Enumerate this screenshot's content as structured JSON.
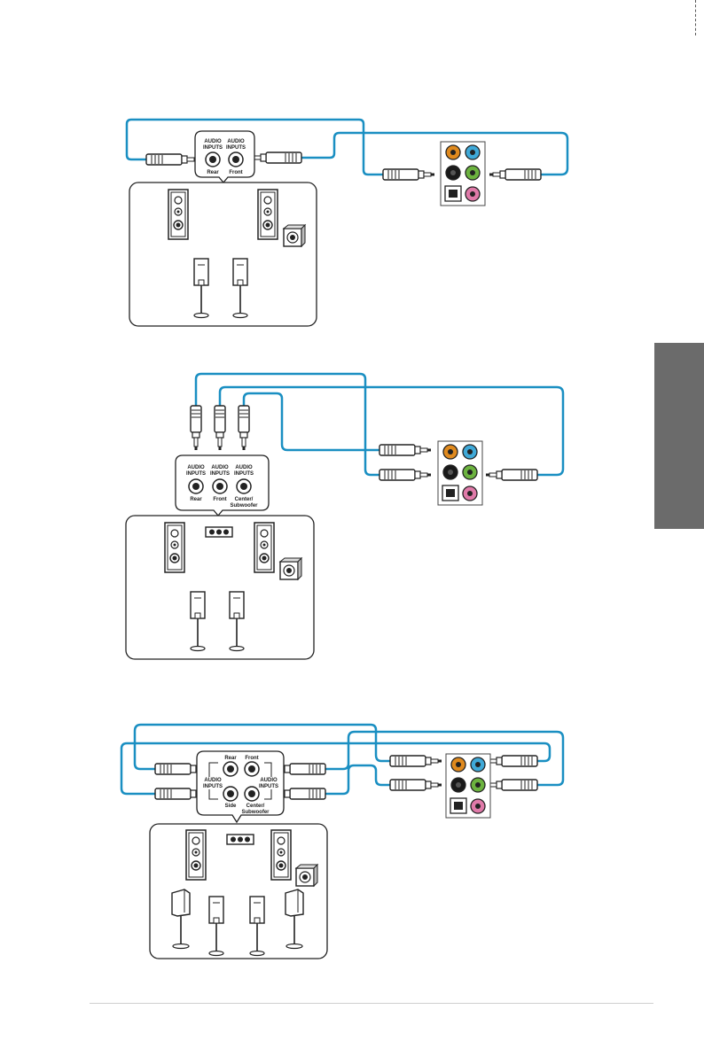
{
  "panel_labels": {
    "audio_inputs": "AUDIO INPUTS",
    "audio_inputs_line1": "AUDIO",
    "audio_inputs_line2": "INPUTS",
    "rear": "Rear",
    "front": "Front",
    "center_line1": "Center/",
    "center_line2": "Subwoofer",
    "side": "Side"
  },
  "colors": {
    "cable": "#1a8fc2",
    "jack_orange": "#e08a1e",
    "jack_blue": "#3fa9d8",
    "jack_black": "#1a1a1a",
    "jack_green": "#6cb33f",
    "jack_pink": "#e07aa9",
    "side_tab": "#6b6b6b"
  },
  "diagrams": [
    {
      "id": "2.1-channel",
      "inputs": [
        "Rear",
        "Front"
      ]
    },
    {
      "id": "3-input",
      "inputs": [
        "Rear",
        "Front",
        "Center/ Subwoofer"
      ]
    },
    {
      "id": "4-input",
      "inputs": [
        "Rear",
        "Front",
        "Side",
        "Center/ Subwoofer"
      ]
    }
  ]
}
